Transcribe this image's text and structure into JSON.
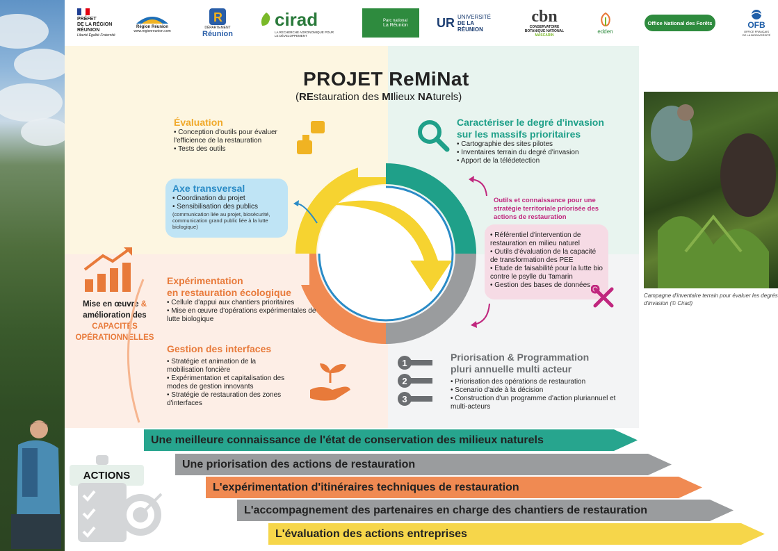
{
  "logos": {
    "prefet": {
      "line1": "PRÉFET",
      "line2": "DE LA RÉGION",
      "line3": "RÉUNION",
      "motto": "Liberté Égalité Fraternité"
    },
    "region": {
      "name": "Région Réunion",
      "url": "www.regionreunion.com"
    },
    "departement": {
      "line1": "DÉPARTEMENT",
      "line2": "Réunion"
    },
    "cirad": {
      "name": "cirad",
      "tagline": "LA RECHERCHE AGRONOMIQUE POUR LE DÉVELOPPEMENT"
    },
    "parc": {
      "line1": "Parc national",
      "line2": "La Réunion"
    },
    "universite": {
      "line1": "UNIVERSITÉ",
      "line2": "DE LA RÉUNION"
    },
    "cbn": {
      "name": "cbn",
      "line1": "CONSERVATOIRE",
      "line2": "BOTANIQUE NATIONAL",
      "line3": "MASCARIN"
    },
    "eden": {
      "name": "edden"
    },
    "onf": {
      "name": "Office National des Forêts"
    },
    "ofb": {
      "name": "OFB",
      "line1": "OFFICE FRANÇAIS",
      "line2": "DE LA BIODIVERSITÉ"
    }
  },
  "project": {
    "title": "PROJET ReMiNat",
    "subtitle_prefix": "(",
    "s1b": "RE",
    "s1": "stauration des ",
    "s2b": "MI",
    "s2": "lieux ",
    "s3b": "NA",
    "s3": "turels)"
  },
  "evaluation": {
    "heading": "Évaluation",
    "items": [
      "Conception d'outils pour évaluer l'efficience de la restauration",
      "Tests des outils"
    ]
  },
  "caracteriser": {
    "heading1": "Caractériser le degré d'invasion",
    "heading2": "sur les massifs prioritaires",
    "items": [
      "Cartographie des sites pilotes",
      "Inventaires terrain du degré d'invasion",
      "Apport de la télédetection"
    ]
  },
  "axe": {
    "heading": "Axe transversal",
    "items": [
      "Coordination du projet",
      "Sensibilisation des publics"
    ],
    "note": "(communication liée au projet, biosécurité, communication grand public liée à la lutte biologique)"
  },
  "outils": {
    "heading1": "Outils et connaissance pour une",
    "heading2": "stratégie territoriale priorisée des",
    "heading3": "actions de restauration",
    "items": [
      "Référentiel  d'intervention de restauration en milieu naturel",
      "Outils d'évaluation de la capacité de transformation des PEE",
      "Etude de faisabilité pour la lutte bio contre le psylle du Tamarin",
      "Gestion des bases de données"
    ]
  },
  "mise": {
    "line1": "Mise en œuvre",
    "amp": "&",
    "line2": "amélioration des",
    "line3": "CAPACITÉS",
    "line4": "OPÉRATIONNELLES"
  },
  "experimentation": {
    "heading1": "Expérimentation",
    "heading2": "en restauration écologique",
    "items": [
      "Cellule d'appui aux chantiers prioritaires",
      "Mise en œuvre d'opérations expérimentales de lutte biologique"
    ]
  },
  "gestion": {
    "heading": "Gestion des interfaces",
    "items": [
      "Stratégie et animation de la mobilisation foncière",
      "Expérimentation et capitalisation des modes de gestion innovants",
      "Stratégie de restauration des zones d'interfaces"
    ]
  },
  "priorisation": {
    "heading1": "Priorisation & Programmation",
    "heading2": "pluri annuelle multi acteur",
    "steps": [
      "1",
      "2",
      "3"
    ],
    "items": [
      "Priorisation des opérations de restauration",
      "Scenario d'aide à la décision",
      "Construction d'un programme d'action pluriannuel et multi-acteurs"
    ]
  },
  "photo": {
    "caption": "Campagne d'inventaire terrain pour évaluer les degrés d'invasion (© Cirad)"
  },
  "actions": {
    "label": "ACTIONS",
    "banners": [
      {
        "text": "Une meilleure connaissance de l'état de conservation des milieux naturels",
        "color": "#27a58e"
      },
      {
        "text": "Une priorisation des actions de restauration",
        "color": "#9a9c9e"
      },
      {
        "text": "L'expérimentation d'itinéraires techniques de restauration",
        "color": "#f08a52"
      },
      {
        "text": "L'accompagnement des partenaires en charge des chantiers de restauration",
        "color": "#9a9c9e"
      },
      {
        "text": "L'évaluation des actions entreprises",
        "color": "#f6d64a"
      }
    ]
  },
  "icons": {
    "evaluation": "thumbs-up-down-icon",
    "search": "magnifier-icon",
    "chart": "growth-chart-icon",
    "plant": "hand-sprout-icon",
    "tools": "wrench-screwdriver-icon",
    "target": "target-checklist-icon"
  },
  "colors": {
    "teal": "#1fa089",
    "orange": "#e87a3a",
    "yellow": "#f6d330",
    "grey": "#9a9c9e",
    "blue": "#2a8bc6",
    "magenta": "#c0277e"
  }
}
